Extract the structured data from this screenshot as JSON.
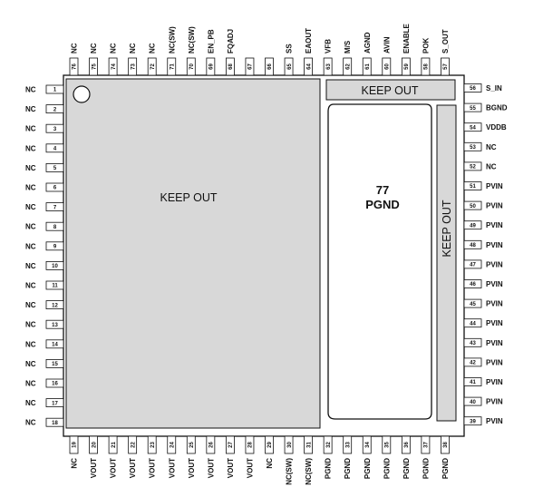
{
  "pins": {
    "left": [
      {
        "num": "1",
        "name": "NC"
      },
      {
        "num": "2",
        "name": "NC"
      },
      {
        "num": "3",
        "name": "NC"
      },
      {
        "num": "4",
        "name": "NC"
      },
      {
        "num": "5",
        "name": "NC"
      },
      {
        "num": "6",
        "name": "NC"
      },
      {
        "num": "7",
        "name": "NC"
      },
      {
        "num": "8",
        "name": "NC"
      },
      {
        "num": "9",
        "name": "NC"
      },
      {
        "num": "10",
        "name": "NC"
      },
      {
        "num": "11",
        "name": "NC"
      },
      {
        "num": "12",
        "name": "NC"
      },
      {
        "num": "13",
        "name": "NC"
      },
      {
        "num": "14",
        "name": "NC"
      },
      {
        "num": "15",
        "name": "NC"
      },
      {
        "num": "16",
        "name": "NC"
      },
      {
        "num": "17",
        "name": "NC"
      },
      {
        "num": "18",
        "name": "NC"
      }
    ],
    "right": [
      {
        "num": "56",
        "name": "S_IN"
      },
      {
        "num": "55",
        "name": "BGND"
      },
      {
        "num": "54",
        "name": "VDDB"
      },
      {
        "num": "53",
        "name": "NC"
      },
      {
        "num": "52",
        "name": "NC"
      },
      {
        "num": "51",
        "name": "PVIN"
      },
      {
        "num": "50",
        "name": "PVIN"
      },
      {
        "num": "49",
        "name": "PVIN"
      },
      {
        "num": "48",
        "name": "PVIN"
      },
      {
        "num": "47",
        "name": "PVIN"
      },
      {
        "num": "46",
        "name": "PVIN"
      },
      {
        "num": "45",
        "name": "PVIN"
      },
      {
        "num": "44",
        "name": "PVIN"
      },
      {
        "num": "43",
        "name": "PVIN"
      },
      {
        "num": "42",
        "name": "PVIN"
      },
      {
        "num": "41",
        "name": "PVIN"
      },
      {
        "num": "40",
        "name": "PVIN"
      },
      {
        "num": "39",
        "name": "PVIN"
      }
    ],
    "top": [
      {
        "num": "76",
        "name": "NC"
      },
      {
        "num": "75",
        "name": "NC"
      },
      {
        "num": "74",
        "name": "NC"
      },
      {
        "num": "73",
        "name": "NC"
      },
      {
        "num": "72",
        "name": "NC"
      },
      {
        "num": "71",
        "name": "NC(SW)"
      },
      {
        "num": "70",
        "name": "NC(SW)"
      },
      {
        "num": "69",
        "name": "EN_PB"
      },
      {
        "num": "68",
        "name": "FQADJ"
      },
      {
        "num": "67",
        "name": ""
      },
      {
        "num": "66",
        "name": ""
      },
      {
        "num": "65",
        "name": "SS"
      },
      {
        "num": "64",
        "name": "EAOUT"
      },
      {
        "num": "63",
        "name": "VFB"
      },
      {
        "num": "62",
        "name": "M/S"
      },
      {
        "num": "61",
        "name": "AGND"
      },
      {
        "num": "60",
        "name": "AVIN"
      },
      {
        "num": "59",
        "name": "ENABLE"
      },
      {
        "num": "58",
        "name": "POK"
      },
      {
        "num": "57",
        "name": "S_OUT"
      }
    ],
    "bottom": [
      {
        "num": "19",
        "name": "NC"
      },
      {
        "num": "20",
        "name": "VOUT"
      },
      {
        "num": "21",
        "name": "VOUT"
      },
      {
        "num": "22",
        "name": "VOUT"
      },
      {
        "num": "23",
        "name": "VOUT"
      },
      {
        "num": "24",
        "name": "VOUT"
      },
      {
        "num": "25",
        "name": "VOUT"
      },
      {
        "num": "26",
        "name": "VOUT"
      },
      {
        "num": "27",
        "name": "VOUT"
      },
      {
        "num": "28",
        "name": "VOUT"
      },
      {
        "num": "29",
        "name": "NC"
      },
      {
        "num": "30",
        "name": "NC(SW)"
      },
      {
        "num": "31",
        "name": "NC(SW)"
      },
      {
        "num": "32",
        "name": "PGND"
      },
      {
        "num": "33",
        "name": "PGND"
      },
      {
        "num": "34",
        "name": "PGND"
      },
      {
        "num": "35",
        "name": "PGND"
      },
      {
        "num": "36",
        "name": "PGND"
      },
      {
        "num": "37",
        "name": "PGND"
      },
      {
        "num": "38",
        "name": "PGND"
      }
    ]
  },
  "regions": {
    "keepout_main": "KEEP OUT",
    "keepout_top_right": "KEEP OUT",
    "keepout_vertical": "KEEP OUT",
    "pgnd_pad_number": "77",
    "pgnd_pad_name": "PGND"
  },
  "colors": {
    "keepout_fill": "#d8d8d8",
    "outline": "#111111",
    "background": "#ffffff"
  }
}
